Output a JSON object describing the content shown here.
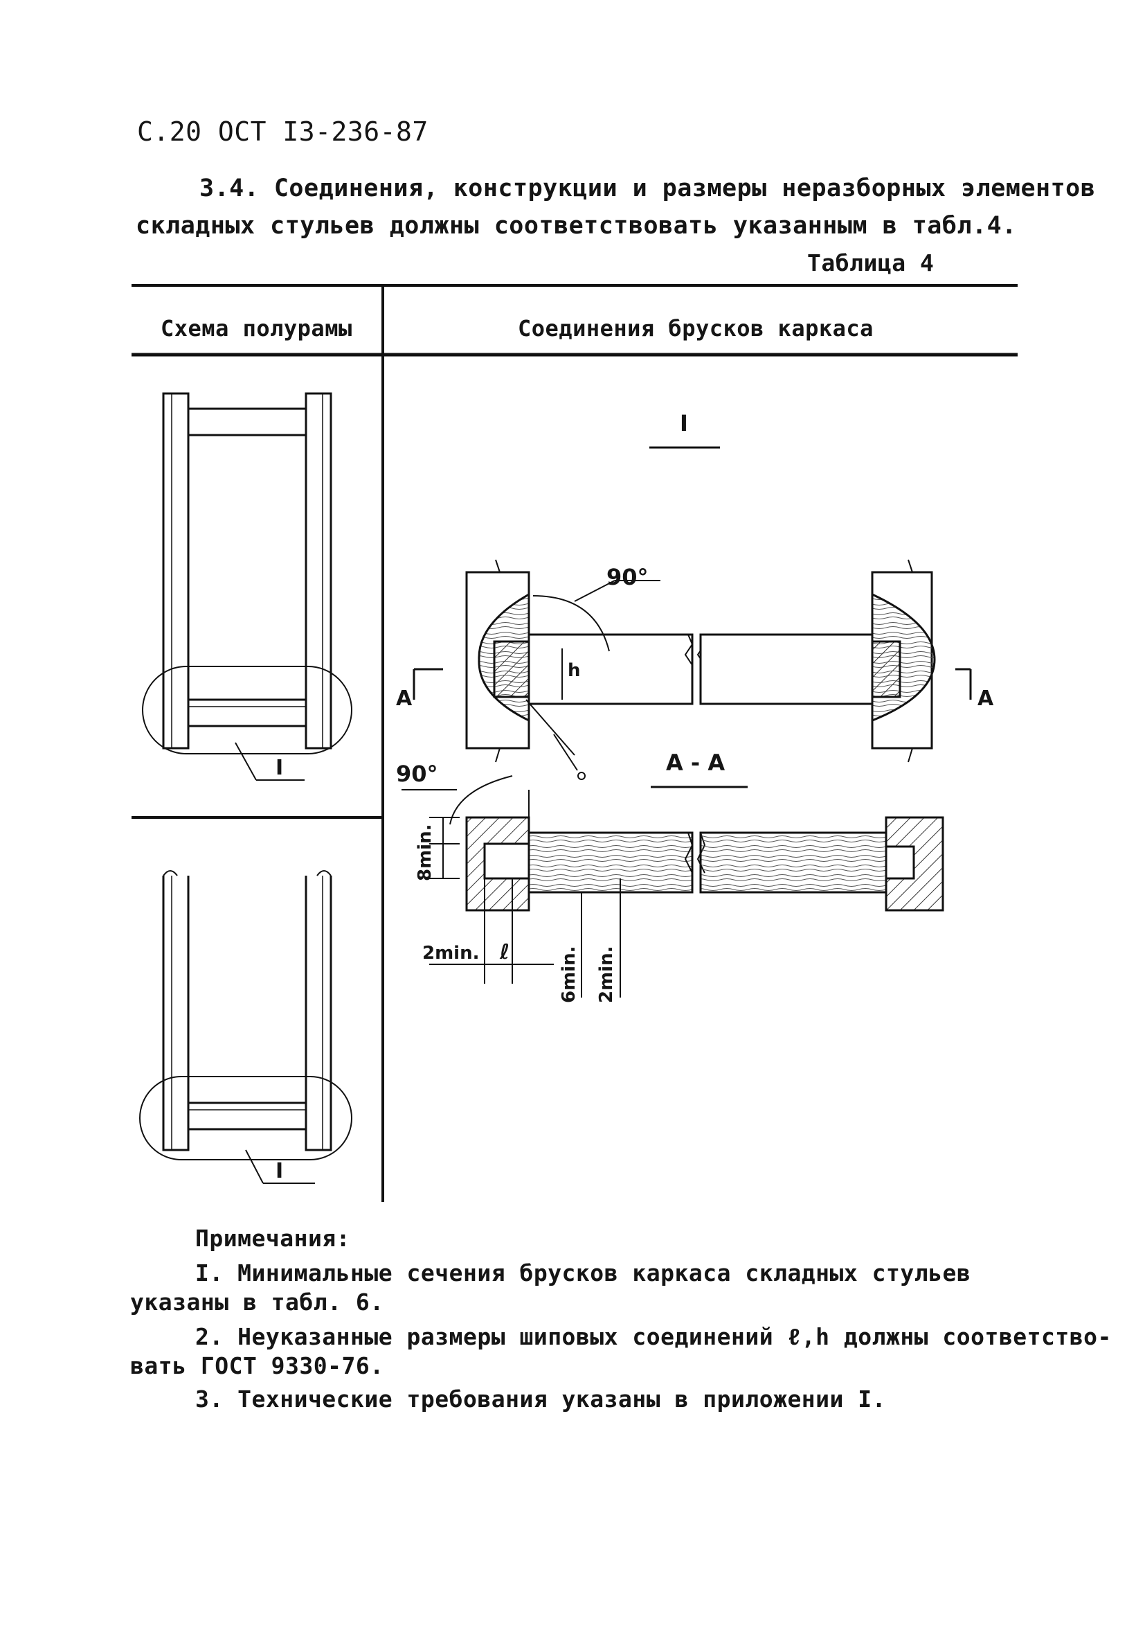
{
  "header": "С.20 ОСТ I3-236-87",
  "intro": {
    "line1": "3.4. Соединения, конструкции и размеры неразборных элементов",
    "line2": "складных стульев должны соответствовать указанным в табл.4."
  },
  "table": {
    "label": "Таблица 4",
    "col_left": "Схема полурамы",
    "col_right": "Соединения брусков каркаса"
  },
  "drawing_labels": {
    "detail_mark": "I",
    "section_title": "А - А",
    "section_arrow_left": "А",
    "section_arrow_right": "А",
    "angle_top": "90°",
    "angle_bottom": "90°",
    "dim_8min": "8min.",
    "dim_2min_left": "2min.",
    "dim_l": "ℓ",
    "dim_6min": "6min.",
    "dim_2min_right": "2min.",
    "dim_h": "h"
  },
  "notes": {
    "title": "Примечания:",
    "n1_a": "I. Минимальные сечения брусков каркаса складных стульев",
    "n1_b": "указаны в табл. 6.",
    "n2_a": "2. Неуказанные размеры шиповых соединений ℓ,h должны соответство-",
    "n2_b": "вать ГОСТ 9330-76.",
    "n3": "3. Технические требования указаны в приложении I."
  }
}
